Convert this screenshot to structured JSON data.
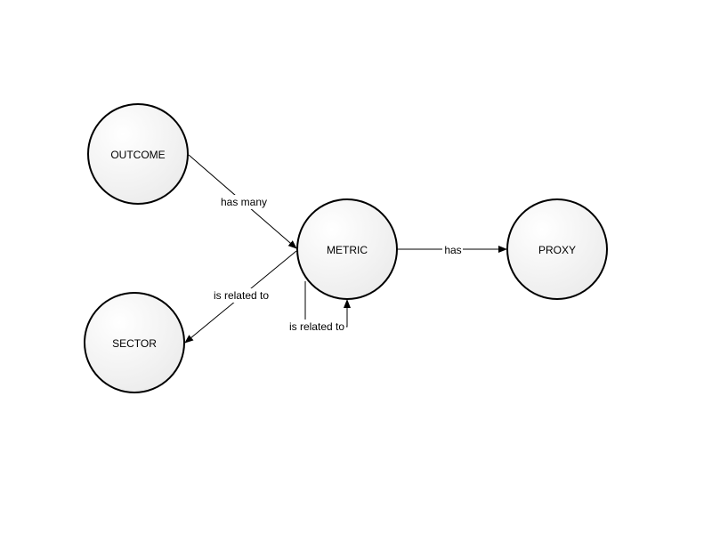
{
  "diagram": {
    "nodes": {
      "outcome": {
        "label": "OUTCOME"
      },
      "metric": {
        "label": "METRIC"
      },
      "proxy": {
        "label": "PROXY"
      },
      "sector": {
        "label": "SECTOR"
      }
    },
    "edges": {
      "outcome_metric": {
        "label": "has many"
      },
      "metric_proxy": {
        "label": "has"
      },
      "metric_sector": {
        "label": "is related to"
      },
      "metric_self": {
        "label": "is related to"
      }
    }
  },
  "colors": {
    "node_fill_light": "#ffffff",
    "node_fill_dark": "#ececec",
    "stroke": "#000000"
  }
}
